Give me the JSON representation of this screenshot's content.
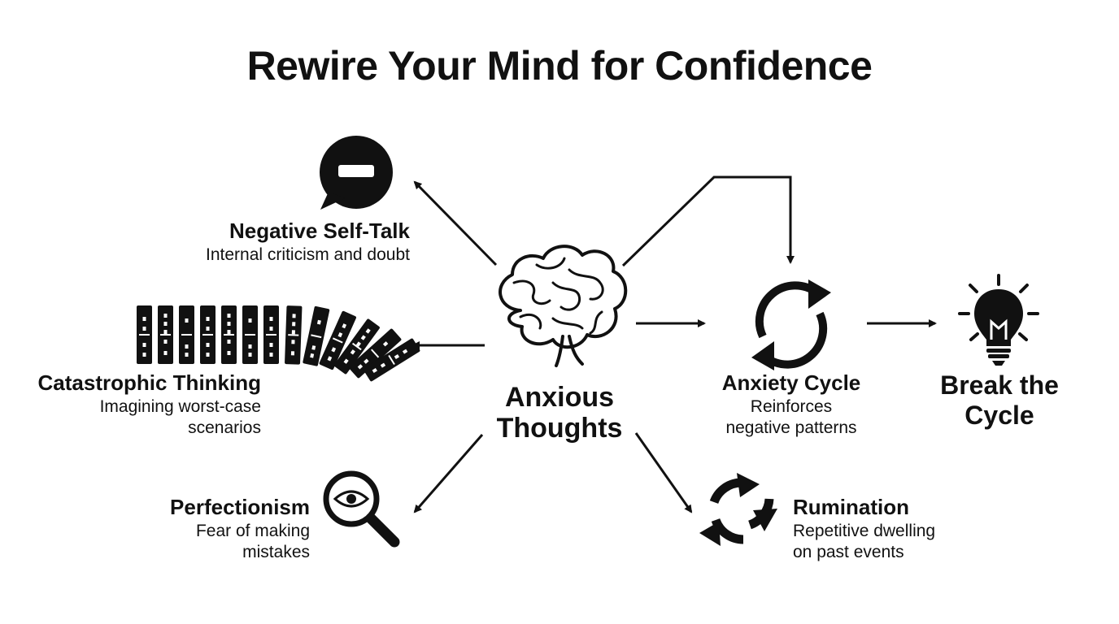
{
  "title": "Rewire Your Mind for Confidence",
  "center": {
    "line1": "Anxious",
    "line2": "Thoughts",
    "icon": "brain-icon"
  },
  "nodes": {
    "negative_self_talk": {
      "heading": "Negative Self-Talk",
      "line1": "Internal criticism and doubt",
      "icon": "speech-bubble-minus-icon"
    },
    "catastrophic_thinking": {
      "heading": "Catastrophic Thinking",
      "line1": "Imagining worst-case",
      "line2": "scenarios",
      "icon": "falling-dominoes-icon"
    },
    "perfectionism": {
      "heading": "Perfectionism",
      "line1": "Fear of making",
      "line2": "mistakes",
      "icon": "magnifying-glass-eye-icon"
    },
    "anxiety_cycle": {
      "heading": "Anxiety Cycle",
      "line1": "Reinforces",
      "line2": "negative patterns",
      "icon": "cycle-arrows-icon"
    },
    "rumination": {
      "heading": "Rumination",
      "line1": "Repetitive dwelling",
      "line2": "on past events",
      "icon": "rotating-arrows-icon"
    },
    "break_the_cycle": {
      "line1": "Break the",
      "line2": "Cycle",
      "icon": "lightbulb-icon"
    }
  },
  "colors": {
    "ink": "#111111",
    "background": "#ffffff"
  }
}
